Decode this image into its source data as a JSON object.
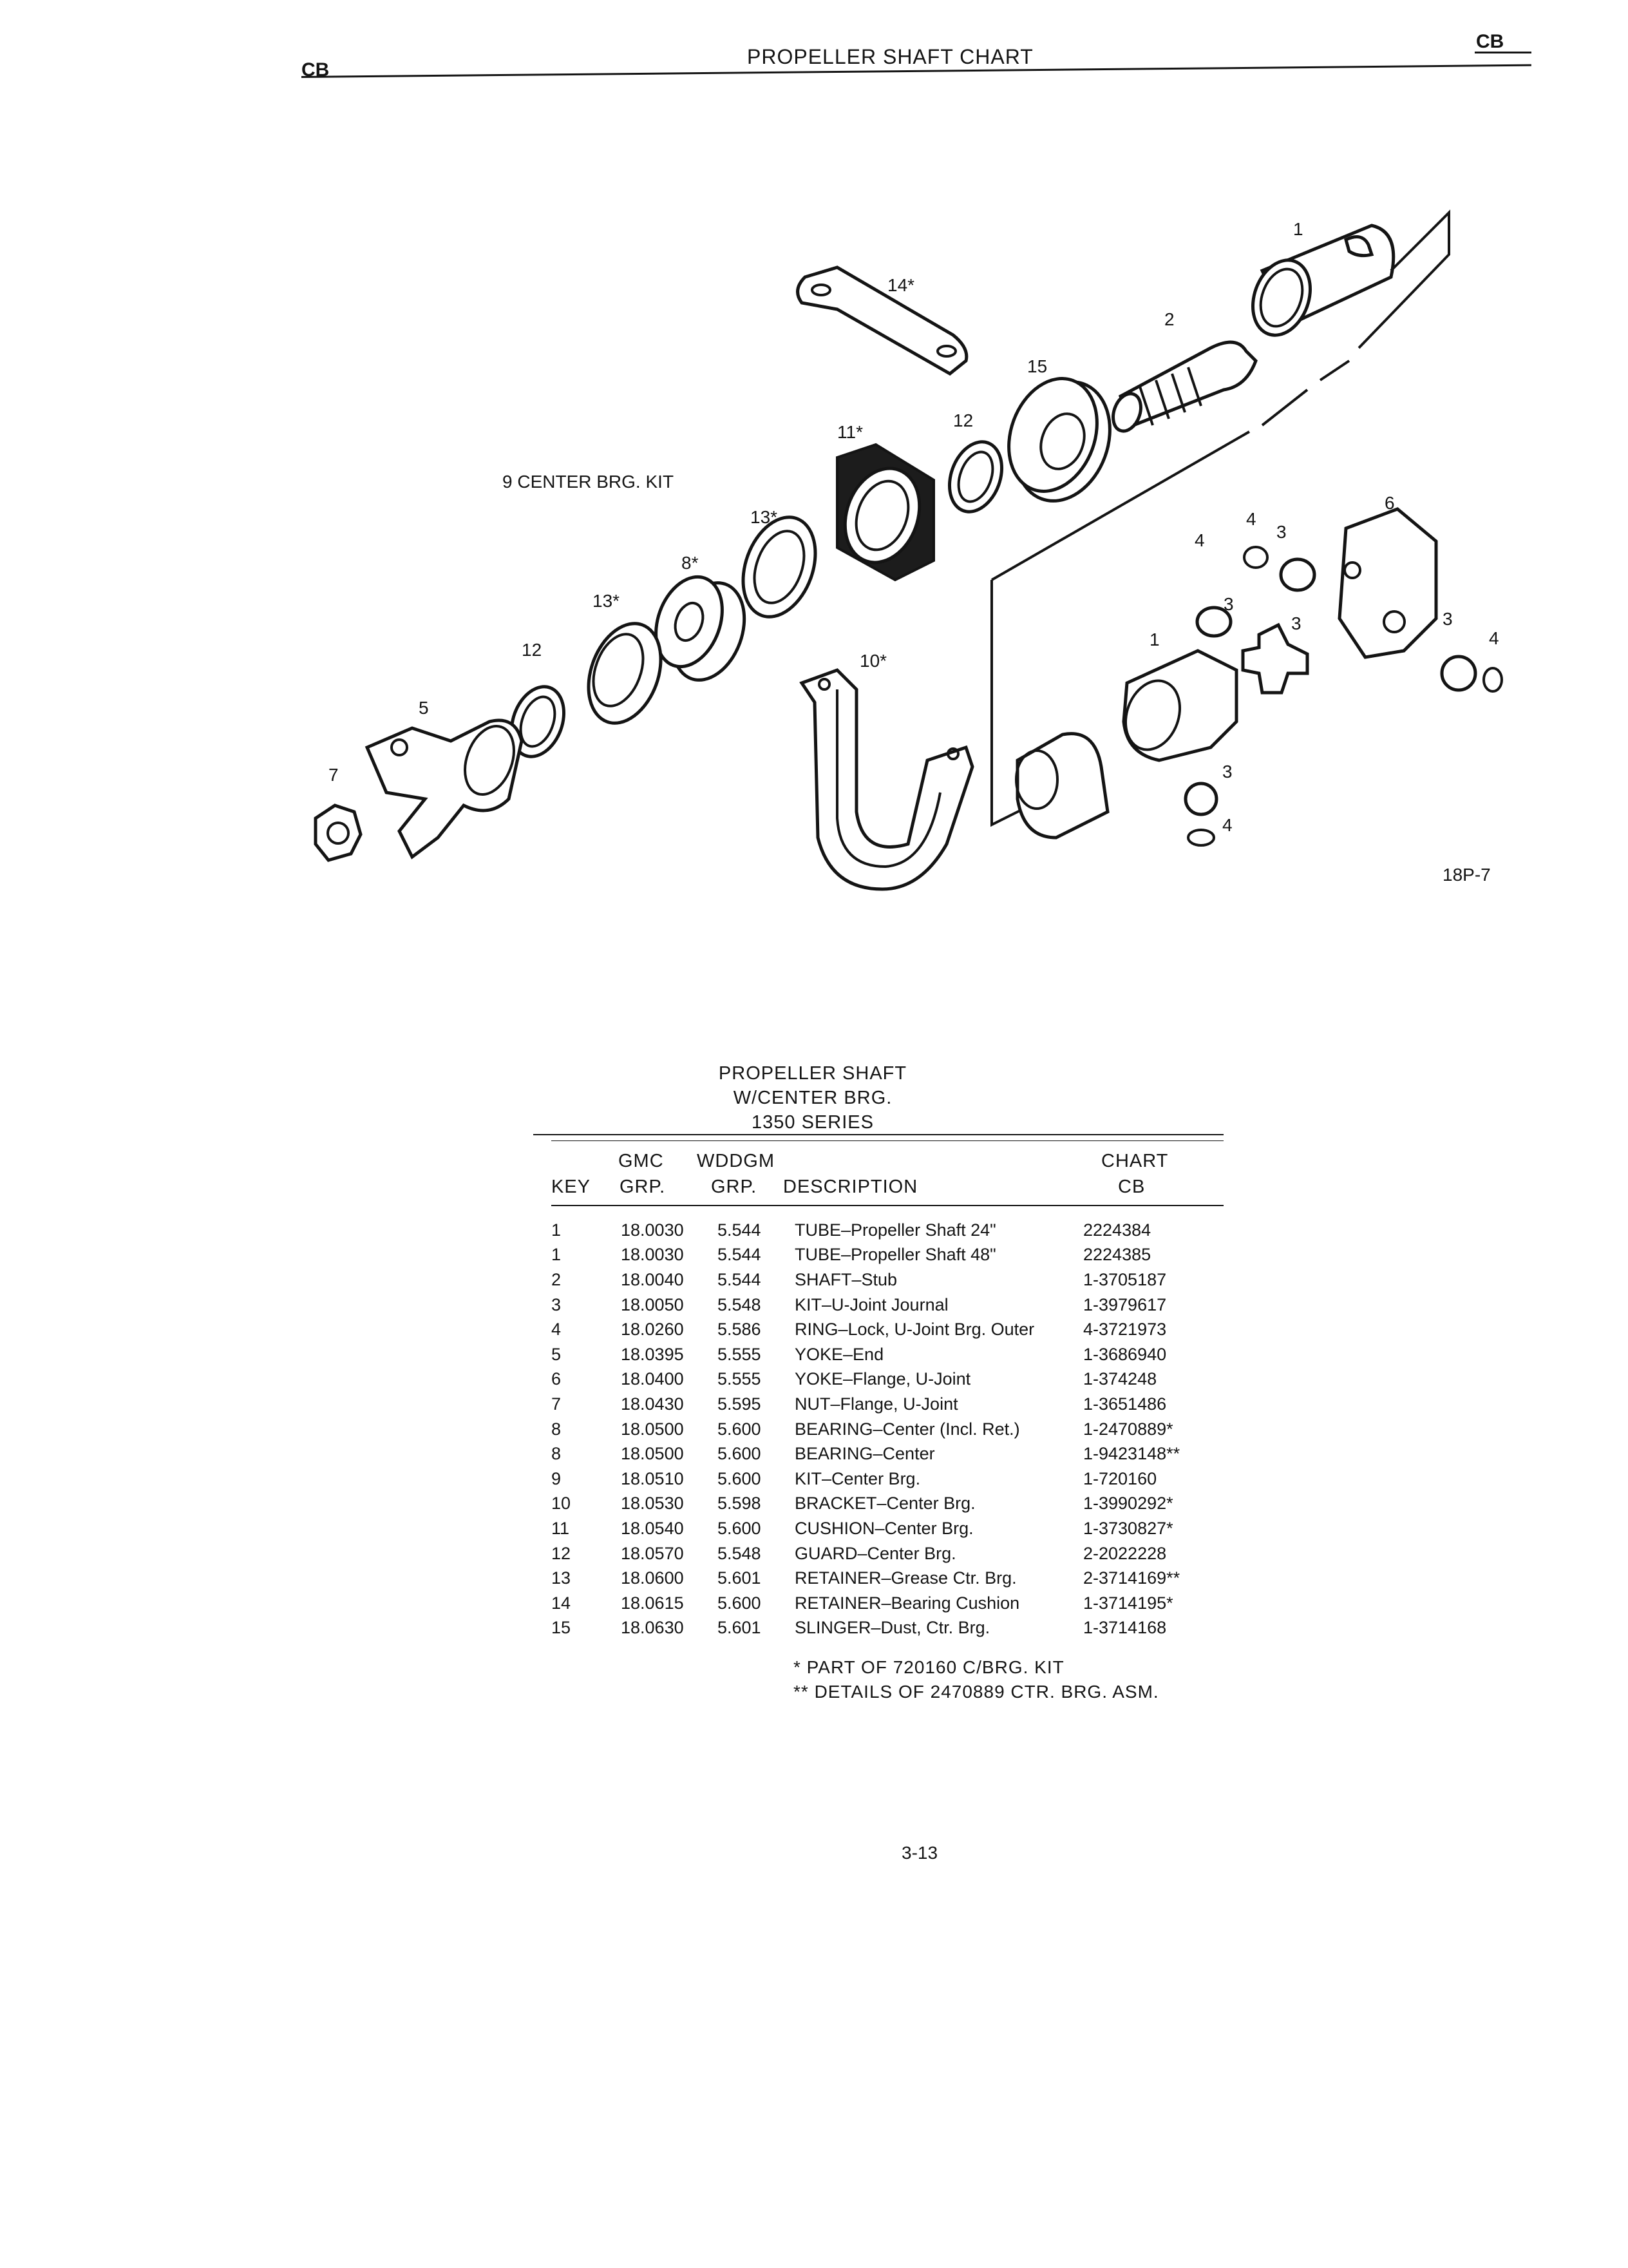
{
  "header": {
    "left_code": "CB",
    "right_code": "CB",
    "title": "PROPELLER SHAFT CHART"
  },
  "diagram": {
    "kit_label": "9 CENTER BRG. KIT",
    "callouts": [
      {
        "text": "1"
      },
      {
        "text": "2"
      },
      {
        "text": "14*"
      },
      {
        "text": "15"
      },
      {
        "text": "12"
      },
      {
        "text": "11*"
      },
      {
        "text": "13*"
      },
      {
        "text": "8*"
      },
      {
        "text": "13*"
      },
      {
        "text": "12"
      },
      {
        "text": "10*"
      },
      {
        "text": "5"
      },
      {
        "text": "7"
      },
      {
        "text": "6"
      },
      {
        "text": "4"
      },
      {
        "text": "3"
      },
      {
        "text": "4"
      },
      {
        "text": "3"
      },
      {
        "text": "3"
      },
      {
        "text": "1"
      },
      {
        "text": "3"
      },
      {
        "text": "4"
      },
      {
        "text": "3"
      },
      {
        "text": "4"
      }
    ],
    "figure_id": "18P-7"
  },
  "table": {
    "heading_lines": [
      "PROPELLER SHAFT",
      "W/CENTER BRG.",
      "1350 SERIES"
    ],
    "columns": {
      "key": "KEY",
      "gmc_top": "GMC",
      "gmc_bottom": "GRP.",
      "wddgm_top": "WDDGM",
      "wddgm_bottom": "GRP.",
      "description": "DESCRIPTION",
      "chart_top": "CHART",
      "chart_bottom": "CB"
    },
    "rows": [
      {
        "key": "1",
        "gmc": "18.0030",
        "wddgm": "5.544",
        "description": "TUBE–Propeller Shaft 24\"",
        "chart": "2224384"
      },
      {
        "key": "1",
        "gmc": "18.0030",
        "wddgm": "5.544",
        "description": "TUBE–Propeller Shaft 48\"",
        "chart": "2224385"
      },
      {
        "key": "2",
        "gmc": "18.0040",
        "wddgm": "5.544",
        "description": "SHAFT–Stub",
        "chart": "1-3705187"
      },
      {
        "key": "3",
        "gmc": "18.0050",
        "wddgm": "5.548",
        "description": "KIT–U-Joint Journal",
        "chart": "1-3979617"
      },
      {
        "key": "4",
        "gmc": "18.0260",
        "wddgm": "5.586",
        "description": "RING–Lock, U-Joint Brg. Outer",
        "chart": "4-3721973"
      },
      {
        "key": "5",
        "gmc": "18.0395",
        "wddgm": "5.555",
        "description": "YOKE–End",
        "chart": "1-3686940"
      },
      {
        "key": "6",
        "gmc": "18.0400",
        "wddgm": "5.555",
        "description": "YOKE–Flange, U-Joint",
        "chart": "1-374248"
      },
      {
        "key": "7",
        "gmc": "18.0430",
        "wddgm": "5.595",
        "description": "NUT–Flange, U-Joint",
        "chart": "1-3651486"
      },
      {
        "key": "8",
        "gmc": "18.0500",
        "wddgm": "5.600",
        "description": "BEARING–Center (Incl. Ret.)",
        "chart": "1-2470889*"
      },
      {
        "key": "8",
        "gmc": "18.0500",
        "wddgm": "5.600",
        "description": "BEARING–Center",
        "chart": "1-9423148**"
      },
      {
        "key": "9",
        "gmc": "18.0510",
        "wddgm": "5.600",
        "description": "KIT–Center Brg.",
        "chart": "1-720160"
      },
      {
        "key": "10",
        "gmc": "18.0530",
        "wddgm": "5.598",
        "description": "BRACKET–Center Brg.",
        "chart": "1-3990292*"
      },
      {
        "key": "11",
        "gmc": "18.0540",
        "wddgm": "5.600",
        "description": "CUSHION–Center Brg.",
        "chart": "1-3730827*"
      },
      {
        "key": "12",
        "gmc": "18.0570",
        "wddgm": "5.548",
        "description": "GUARD–Center Brg.",
        "chart": "2-2022228"
      },
      {
        "key": "13",
        "gmc": "18.0600",
        "wddgm": "5.601",
        "description": "RETAINER–Grease Ctr. Brg.",
        "chart": "2-3714169**"
      },
      {
        "key": "14",
        "gmc": "18.0615",
        "wddgm": "5.600",
        "description": "RETAINER–Bearing Cushion",
        "chart": "1-3714195*"
      },
      {
        "key": "15",
        "gmc": "18.0630",
        "wddgm": "5.601",
        "description": "SLINGER–Dust, Ctr. Brg.",
        "chart": "1-3714168"
      }
    ],
    "notes": [
      "*   PART OF 720160 C/BRG. KIT",
      "**  DETAILS OF 2470889 CTR. BRG. ASM."
    ]
  },
  "footer": {
    "page_number": "3-13"
  }
}
